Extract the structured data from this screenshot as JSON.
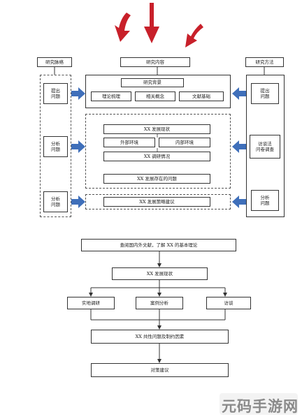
{
  "framework": {
    "col_left_title": "研究脉络",
    "col_center_title": "研究内容",
    "col_right_title": "研究方法",
    "left": {
      "propose": [
        "提出",
        "问题"
      ],
      "analyze1": [
        "分析",
        "问题"
      ],
      "analyze2": [
        "分析",
        "问题"
      ]
    },
    "center": {
      "background": "研究背景",
      "theory": "理论梳理",
      "concepts": "相关概念",
      "literature": "文献基础",
      "status": "XX 发展现状",
      "external": "外部环境",
      "internal": "内部环境",
      "survey_status": "XX 调研情况",
      "problems": "XX 发展存在的问题",
      "strategy": "XX 发展策略建议"
    },
    "right": {
      "propose": [
        "提出",
        "问题"
      ],
      "methods": [
        "访谈法",
        "问卷调查"
      ],
      "analyze": [
        "分析",
        "问题"
      ]
    }
  },
  "flow": {
    "step1": "查阅国内外文献，了解 XX 的基本理论",
    "step2": "XX 发展现状",
    "branch1": "实地调研",
    "branch2": "案例分析",
    "branch3": "访谈",
    "step3": "XX 共性问题及制约因素",
    "step4": "对策建议"
  },
  "watermark": "元码手游网",
  "colors": {
    "arrow_red": "#c8202a",
    "arrow_blue": "#3f6fba",
    "line": "#333333"
  }
}
